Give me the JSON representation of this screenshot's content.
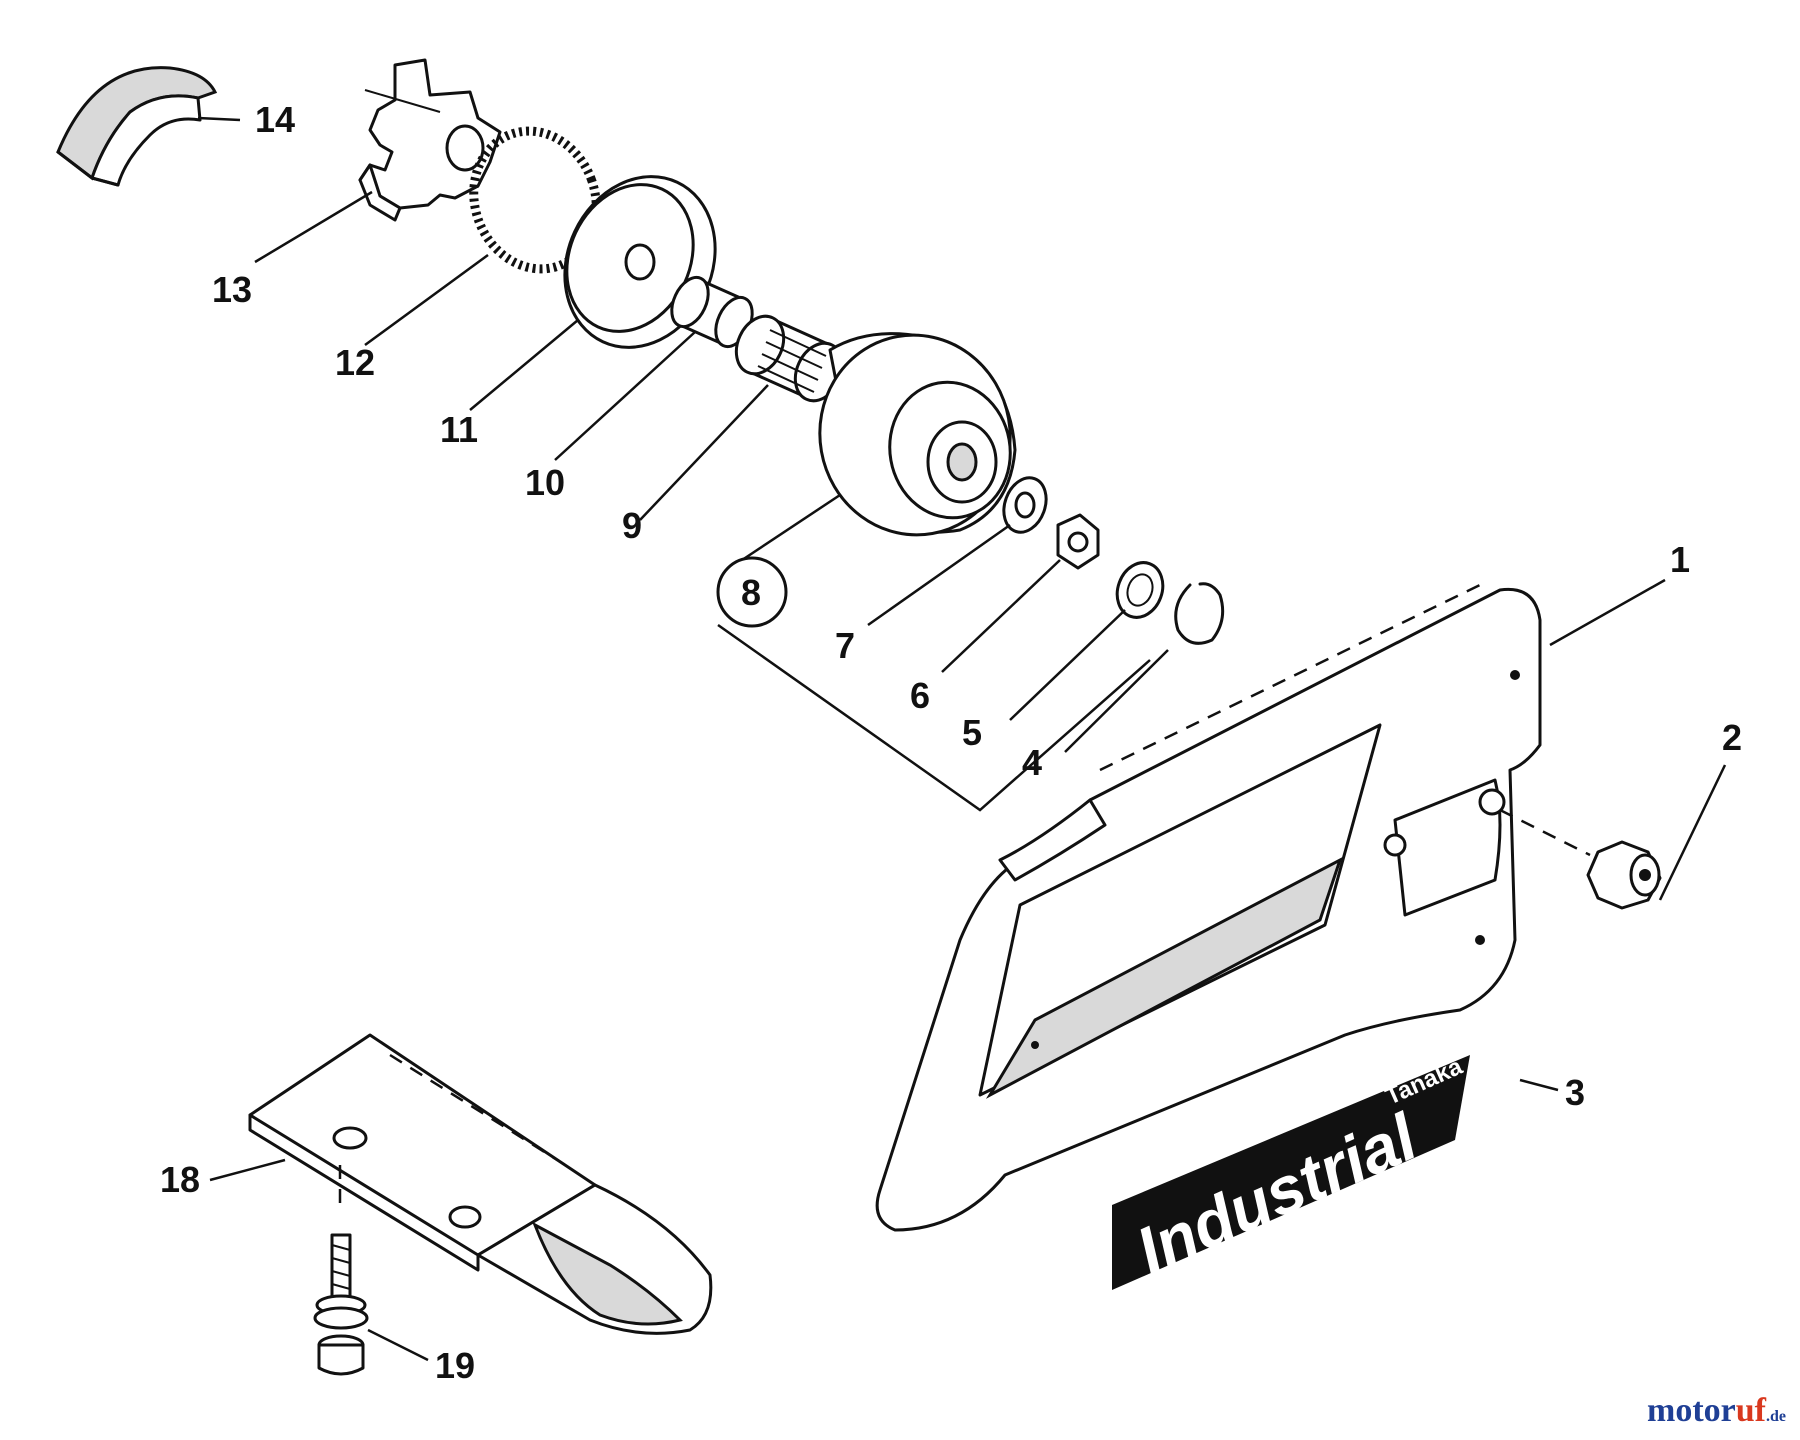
{
  "parts": [
    {
      "number": "1",
      "name": "chain-cover"
    },
    {
      "number": "2",
      "name": "nut"
    },
    {
      "number": "3",
      "name": "label"
    },
    {
      "number": "4",
      "name": "circlip"
    },
    {
      "number": "5",
      "name": "washer"
    },
    {
      "number": "6",
      "name": "nut"
    },
    {
      "number": "7",
      "name": "washer"
    },
    {
      "number": "8",
      "name": "clutch-drum-assembly"
    },
    {
      "number": "9",
      "name": "needle-bearing"
    },
    {
      "number": "10",
      "name": "sleeve"
    },
    {
      "number": "11",
      "name": "plate"
    },
    {
      "number": "12",
      "name": "spring"
    },
    {
      "number": "13",
      "name": "clutch-hub"
    },
    {
      "number": "14",
      "name": "clutch-shoe"
    },
    {
      "number": "18",
      "name": "guard-plate"
    },
    {
      "number": "19",
      "name": "screw"
    }
  ],
  "decal": {
    "brand": "Tanaka",
    "text": "Industrial"
  },
  "watermark": {
    "part_a": "motor",
    "part_b": "uf",
    "tld": ".de"
  },
  "colors": {
    "ink": "#111111",
    "paper": "#ffffff",
    "watermark_blue": "#1f3f95",
    "watermark_red": "#d9381e"
  }
}
